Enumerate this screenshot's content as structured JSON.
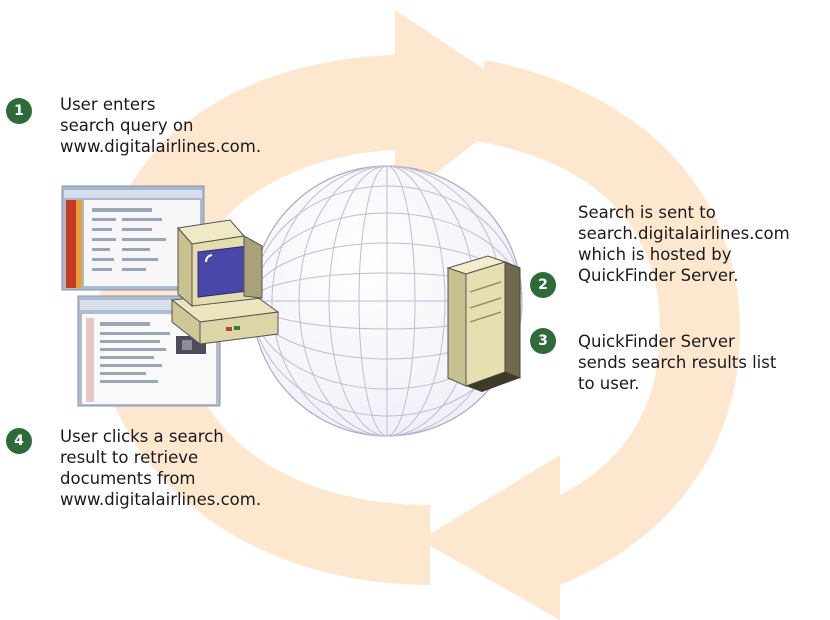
{
  "colors": {
    "badge": "#2f6b3a",
    "cycle_arrow": "#fde7cf",
    "globe_line": "#b5b5cc",
    "server_body": "#e8e2bd",
    "monitor_screen": "#4b47a8",
    "text": "#1a1a1a"
  },
  "icons": [
    "cycle-arrow",
    "globe-icon",
    "computer-icon",
    "browser-window-icon",
    "server-icon"
  ],
  "steps": [
    {
      "number": "1",
      "lines": [
        "User enters",
        "search query on",
        "www.digitalairlines.com."
      ]
    },
    {
      "number": "2",
      "lines": [
        "Search is sent to",
        "search.digitalairlines.com",
        "which is hosted by",
        "QuickFinder Server."
      ]
    },
    {
      "number": "3",
      "lines": [
        "QuickFinder Server",
        "sends search results list",
        "to user."
      ]
    },
    {
      "number": "4",
      "lines": [
        "User clicks a search",
        "result to retrieve",
        "documents from",
        "www.digitalairlines.com."
      ]
    }
  ]
}
